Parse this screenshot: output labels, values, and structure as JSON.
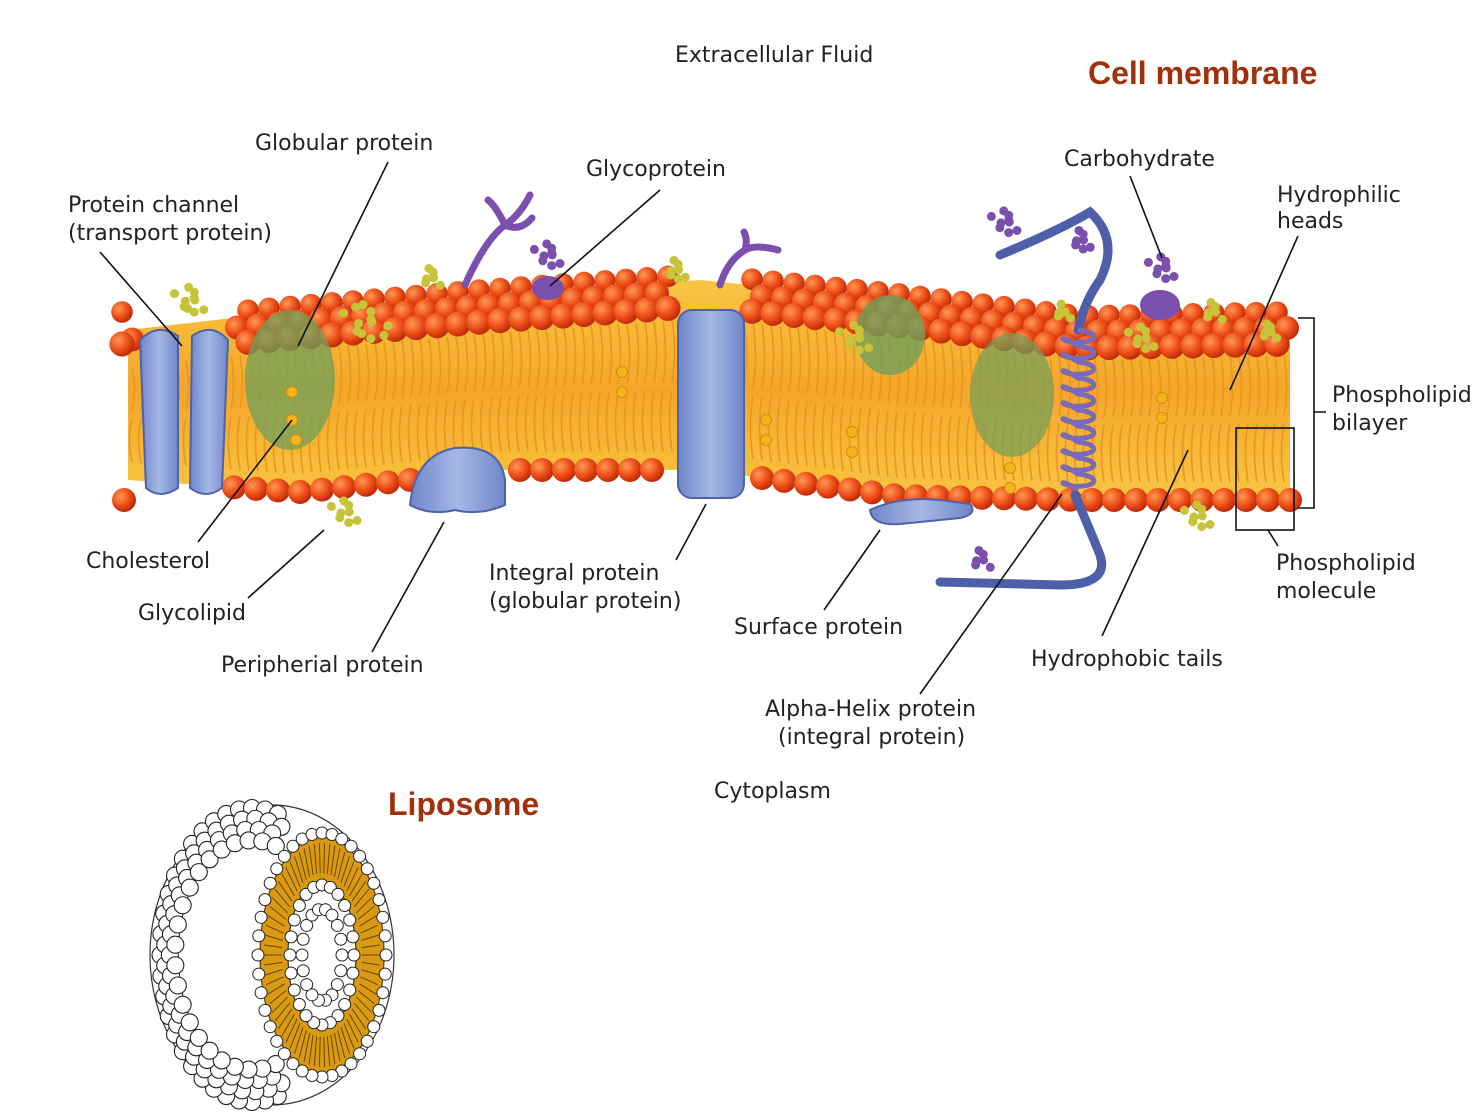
{
  "titles": {
    "cell_membrane": "Cell membrane",
    "liposome": "Liposome"
  },
  "regions": {
    "extracellular": "Extracellular Fluid",
    "cytoplasm": "Cytoplasm"
  },
  "labels": {
    "globular_protein": "Globular protein",
    "glycoprotein": "Glycoprotein",
    "carbohydrate": "Carbohydrate",
    "hydrophilic_heads": [
      "Hydrophilic",
      "heads"
    ],
    "protein_channel": [
      "Protein channel",
      "(transport protein)"
    ],
    "phospholipid_bilayer": [
      "Phospholipid",
      "bilayer"
    ],
    "phospholipid_molecule": [
      "Phospholipid",
      "molecule"
    ],
    "cholesterol": "Cholesterol",
    "glycolipid": "Glycolipid",
    "peripherial_protein": "Peripherial protein",
    "integral_protein": [
      "Integral protein",
      "(globular protein)"
    ],
    "surface_protein": "Surface protein",
    "hydrophobic_tails": "Hydrophobic tails",
    "alpha_helix": [
      "Alpha-Helix protein",
      "(integral protein)"
    ]
  },
  "colors": {
    "title": "#A0310A",
    "head": "#E8541E",
    "head_dark": "#C8300E",
    "tail_fill": "#F7B52A",
    "protein": "#8A9FD6",
    "protein_dark": "#5E74B8",
    "globular": "#6FA05A",
    "glyco": "#C8C43A",
    "purple": "#7B4FAE",
    "helix": "#4C5FA8",
    "liposome_tail": "#D99A12"
  }
}
